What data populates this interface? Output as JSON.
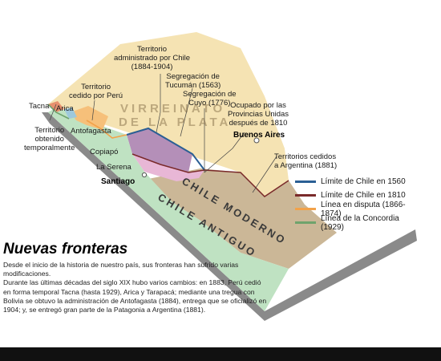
{
  "colors": {
    "sea": "#ffffff",
    "virreinato": "#f5e3b3",
    "chile_antiguo": "#bfe2c2",
    "chile_moderno": "#cbb797",
    "tucuman": "#b48fb8",
    "cuyo": "#e8b7d6",
    "peru_territory": "#f6c07a",
    "tacna": "#e7906e",
    "arica": "#9ec8dc",
    "line_1560": "#2b5f94",
    "line_1810": "#7a2a2a",
    "line_disputa": "#f2a24a",
    "line_concordia": "#6fa36c"
  },
  "labels": {
    "territorio_administrado": [
      "Territorio",
      "administrado por Chile",
      "(1884-1904)"
    ],
    "territorio_cedido_peru": [
      "Territorio",
      "cedido por Perú"
    ],
    "segregacion_tucuman": [
      "Segregación de",
      "Tucumán (1563)"
    ],
    "segregacion_cuyo": [
      "Segregación de",
      "Cuyo (1776)"
    ],
    "ocupado_provincias": [
      "Ocupado por las",
      "Provincias Unidas",
      "después de 1810"
    ],
    "territorios_cedidos_argentina": [
      "Territorios cedidos",
      "a Argentina (1881)"
    ],
    "territorio_obtenido": [
      "Territorio",
      "obtenido",
      "temporalmente"
    ],
    "tacna": "Tacna",
    "arica": "Arica",
    "antofagasta": "Antofagasta",
    "copiapo": "Copiapó",
    "la_serena": "La Serena"
  },
  "cities": {
    "buenos_aires": "Buenos Aires",
    "santiago": "Santiago"
  },
  "regions": {
    "virreinato_1": "VIRREINATO",
    "virreinato_2": "DE LA PLATA",
    "chile_moderno": "CHILE MODERNO",
    "chile_antiguo": "CHILE ANTIGUO"
  },
  "legend": [
    {
      "label": "Límite de Chile en 1560",
      "color": "#2b5f94"
    },
    {
      "label": "Límite de Chile en 1810",
      "color": "#7a2a2a"
    },
    {
      "label": "Línea en disputa (1866-1874)",
      "color": "#f2a24a"
    },
    {
      "label": "Línea de la Concordia (1929)",
      "color": "#6fa36c"
    }
  ],
  "title": "Nuevas fronteras",
  "body": [
    "Desde el inicio de la historia de nuestro país, sus fronteras han sufrido varias modificaciones.",
    "Durante las últimas décadas del siglo XIX hubo varios cambios: en 1883, Perú cedió en forma temporal Tacna (hasta 1929), Arica y Tarapacá; mediante una tregua con Bolivia se obtuvo la administración de Antofagasta (1884), entrega que se oficializó en 1904; y, se entregó gran parte de la Patagonia a Argentina (1881)."
  ]
}
